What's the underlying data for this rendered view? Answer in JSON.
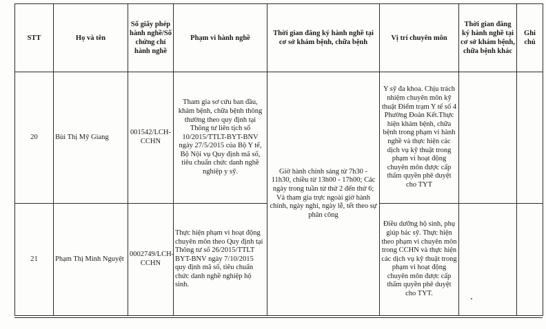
{
  "headers": {
    "stt": "STT",
    "name": "Họ và tên",
    "license": "Số giấy phép hành nghề/Số chứng chỉ hành nghề",
    "scope": "Phạm vi hành nghề",
    "time": "Thời gian đăng ký hành nghề tại cơ sở khám bệnh, chữa bệnh",
    "position": "Vị trí chuyên môn",
    "other_time": "Thời gian đăng ký hành nghề tại cơ sở khám bệnh, chữa bệnh khác",
    "note": "Ghi chú"
  },
  "rows": [
    {
      "stt": "20",
      "name": "Bùi Thị Mỹ Giang",
      "license": "001542/LCH-CCHN",
      "scope": "Tham gia sơ cứu ban đầu, khám bệnh, chữa bệnh thông thường theo quy định tại Thông tư liên tịch số 10/2015/TTLT-BYT-BNV ngày 27/5/2015 của Bộ Y tế, Bộ Nội vụ Quy định mã số, tiêu chuẩn chức danh nghề nghiệp y sỹ.",
      "position": "Y sỹ đa khoa. Chịu trách nhiệm chuyên môn kỹ thuật Điểm trạm Y tế số 4 Phường Đoàn Kết.Thực hiện khám bệnh, chữa bệnh trong phạm vi hành nghề và thực hiện các dịch vụ kỹ thuật trong phạm vi hoạt động chuyên môn được cấp thẩm quyền phê duyệt cho TYT"
    },
    {
      "stt": "21",
      "name": "Phạm Thị Minh Nguyệt",
      "license": "0002749/LCH-CCHN",
      "scope": "Thực hiện phạm vi hoạt động chuyên môn theo Quy định tại Thông tư số 26/2015/TTLT BYT-BNV ngày 7/10/2015 quy định mã số, tiêu chuẩn chức danh nghề nghiệp hộ sinh.",
      "position": "Điều dưỡng hộ sinh, phụ giúp bác sỹ. Thực hiện theo phạm vi chuyên môn trong CCHN và thực hiện các dịch vụ kỹ thuật trong phạm vi hoạt động chuyên môn được cấp thẩm quyền phê duyệt cho TYT."
    }
  ],
  "shared_time": "Giờ hành chính sáng từ 7h30 - 11h30, chiều từ 13h00 - 17h00; Các ngày trong tuần từ thứ 2 đến thứ 6; Và tham gia trực ngoài giờ hành chính, ngày nghỉ, ngày lễ, tết theo sự phân công"
}
